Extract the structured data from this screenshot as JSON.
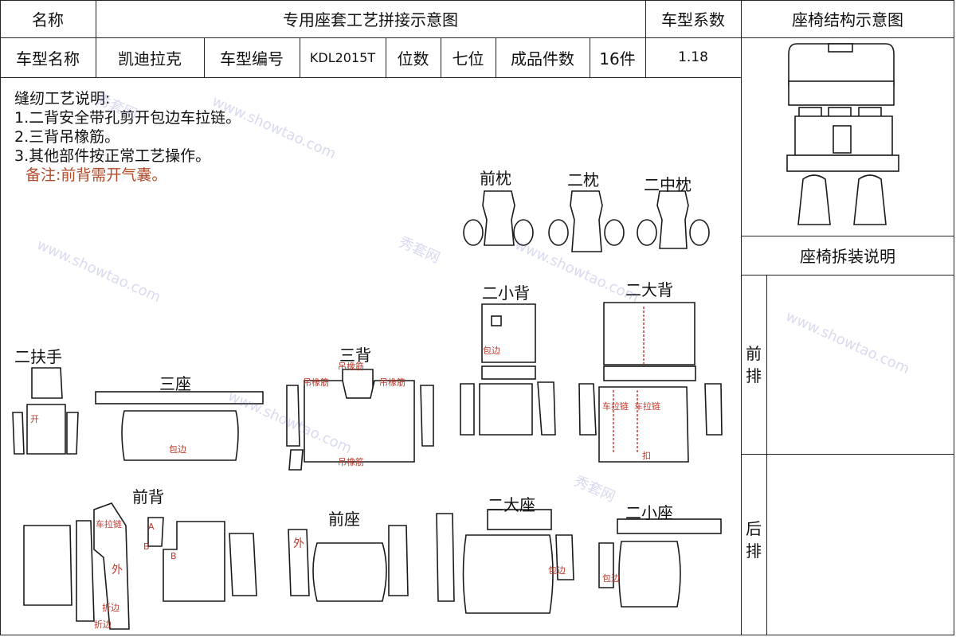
{
  "header": {
    "name_label": "名称",
    "title": "专用座套工艺拼接示意图",
    "coef_label": "车型系数",
    "diagram_title": "座椅结构示意图"
  },
  "info_row": {
    "model_name_label": "车型名称",
    "model_name": "凯迪拉克",
    "model_code_label": "车型编号",
    "model_code": "KDL2015T",
    "seats_label": "位数",
    "seats": "七位",
    "pieces_label": "成品件数",
    "pieces": "16件",
    "coefficient": "1.18"
  },
  "sewing_notes": {
    "title": "缝纫工艺说明:",
    "items": [
      "1.二背安全带孔剪开包边车拉链。",
      "2.三背吊橡筋。",
      "3.其他部件按正常工艺操作。"
    ],
    "remark": "备注:前背需开气囊。"
  },
  "assembly": {
    "title": "座椅拆装说明",
    "front_row": "前排",
    "rear_row": "后排"
  },
  "parts": {
    "front_headrest": "前枕",
    "second_headrest": "二枕",
    "second_middle_headrest": "二中枕",
    "second_small_back": "二小背",
    "second_large_back": "二大背",
    "second_armrest": "二扶手",
    "third_seat": "三座",
    "third_back": "三背",
    "front_back": "前背",
    "front_seat": "前座",
    "second_large_seat": "二大座",
    "second_small_seat": "二小座"
  },
  "annotations": {
    "elastic": "吊橡筋",
    "binding": "包边",
    "open": "开",
    "zipper": "车拉链",
    "fold_edge": "折边",
    "outer": "外",
    "buckle": "扣",
    "mark_a": "A",
    "mark_b": "B"
  },
  "watermark": {
    "brand": "秀套网",
    "site": "www.showtao.com"
  }
}
